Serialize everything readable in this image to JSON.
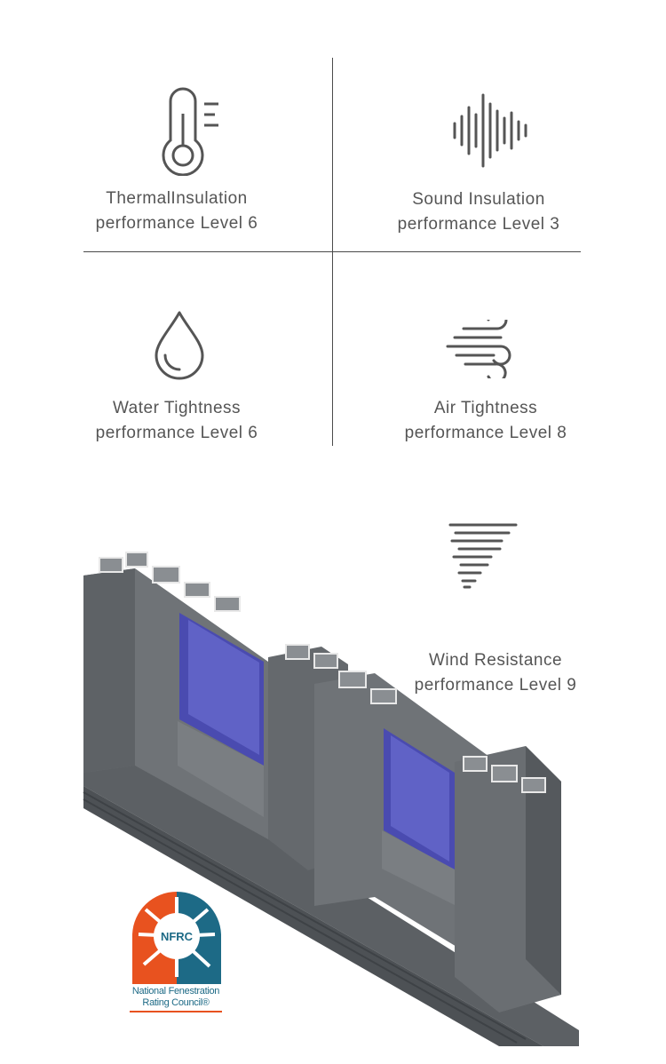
{
  "features": [
    {
      "id": "thermal",
      "icon": "thermometer-icon",
      "line1": "ThermalInsulation",
      "line2": "performance Level 6"
    },
    {
      "id": "sound",
      "icon": "sound-wave-icon",
      "line1": "Sound Insulation",
      "line2": "performance Level 3"
    },
    {
      "id": "water",
      "icon": "water-drop-icon",
      "line1": "Water Tightness",
      "line2": "performance Level 6"
    },
    {
      "id": "air",
      "icon": "wind-icon",
      "line1": "Air Tightness",
      "line2": "performance Level 8"
    },
    {
      "id": "wind",
      "icon": "tornado-icon",
      "line1": "Wind Resistance",
      "line2": "performance Level 9"
    }
  ],
  "badge": {
    "logo_text": "NFRC",
    "line1": "National Fenestration",
    "line2": "Rating Council®"
  },
  "colors": {
    "text": "#555555",
    "divider": "#4a4a4a",
    "frame": "#6e7276",
    "glass": "#4a4bb0",
    "nfrc_orange": "#e8521f",
    "nfrc_blue": "#1d6a86"
  }
}
